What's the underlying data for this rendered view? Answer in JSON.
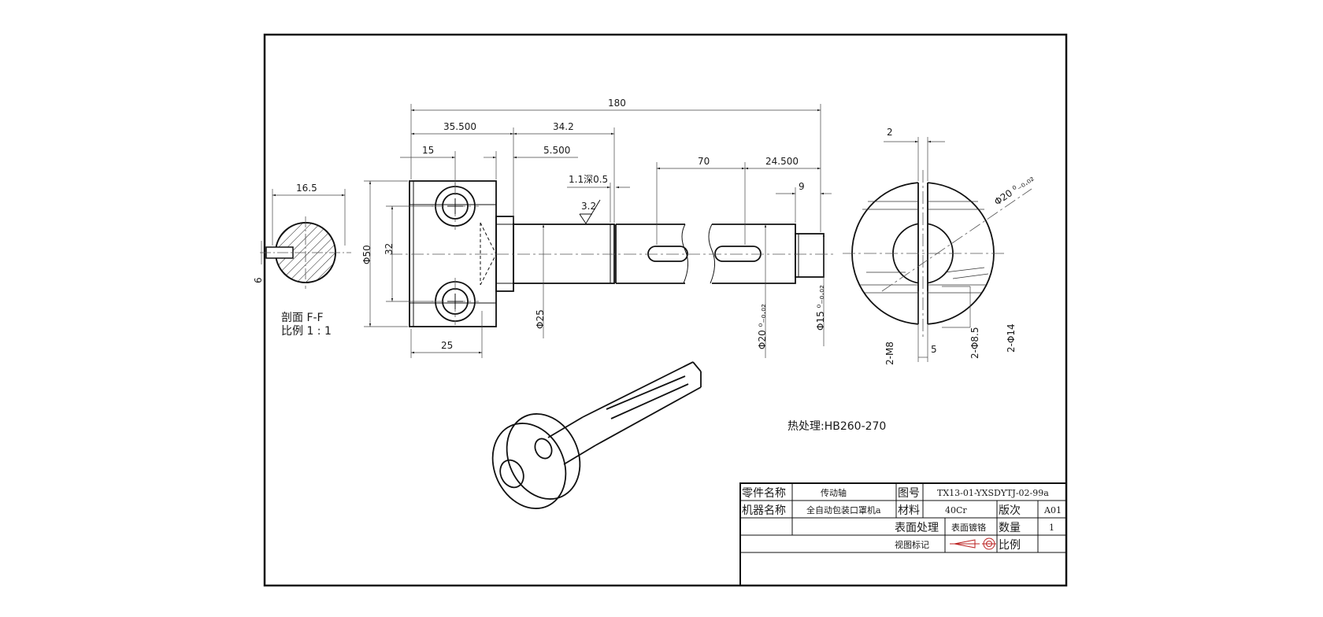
{
  "dimensions": {
    "total_length": "180",
    "d_35_500": "35.500",
    "d_34_2": "34.2",
    "d_15": "15",
    "d_5_500": "5.500",
    "groove": "1.1深0.5",
    "d_70": "70",
    "d_24_500": "24.500",
    "d_9": "9",
    "d_16_5": "16.5",
    "d_6": "6",
    "d_50": "Φ50",
    "d_32": "32",
    "d_25_len": "25",
    "d_25_dia": "Φ25",
    "d_20_tol": "Φ20 ⁰₋₀.₀₂",
    "d_15_tol": "Φ15 ⁰₋₀.₀₂",
    "roughness": "3.2",
    "d_2": "2",
    "d_20_right": "Φ20 ⁰₋₀.₀₂",
    "m8": "2-M8",
    "d_5": "5",
    "d_8_5": "2-Φ8.5",
    "d_14": "2-Φ14"
  },
  "section": {
    "title": "剖面 F-F",
    "scale": "比例 1 : 1"
  },
  "heat_treatment": "热处理:HB260-270",
  "title_block": {
    "part_name_label": "零件名称",
    "part_name_value": "传动轴",
    "drawing_no_label": "图号",
    "drawing_no_value": "TX13-01-YXSDYTJ-02-99a",
    "machine_label": "机器名称",
    "machine_value": "全自动包装口罩机a",
    "material_label": "材料",
    "material_value": "40Cr",
    "version_label": "版次",
    "version_value": "A01",
    "surface_label": "表面处理",
    "surface_value": "表面镀铬",
    "qty_label": "数量",
    "qty_value": "1",
    "view_label": "视图标记",
    "scale_label": "比例"
  }
}
